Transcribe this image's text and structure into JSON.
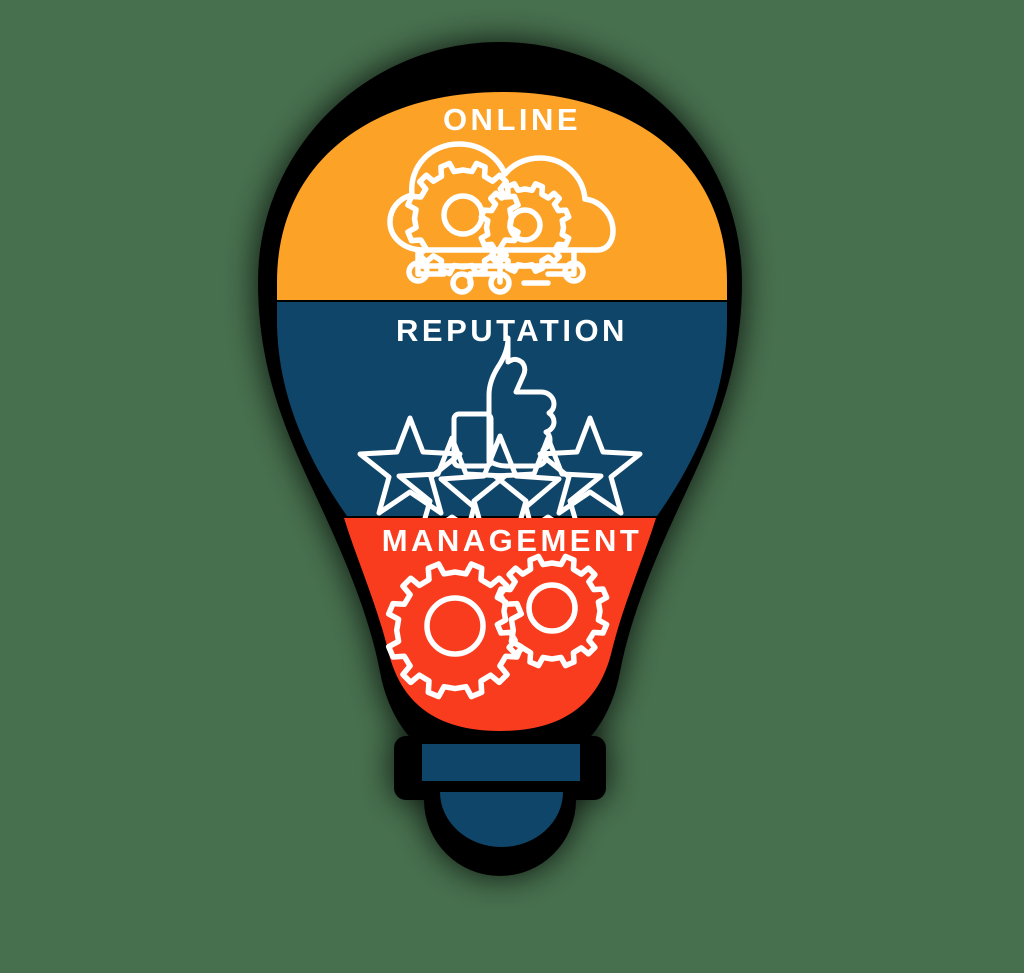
{
  "graphic": {
    "type": "lightbulb-infographic",
    "title": "Online Reputation Management",
    "background_color": "#47704e",
    "outline_color": "#000000",
    "bands": [
      {
        "id": "online",
        "label": "ONLINE",
        "color": "#fca227",
        "text_color": "#ffffff",
        "icon": "cloud-gears-icon",
        "icon_color": "#ffffff"
      },
      {
        "id": "reputation",
        "label": "REPUTATION",
        "color": "#0f4568",
        "text_color": "#ffffff",
        "icon": "thumbs-up-stars-icon",
        "icon_color": "#ffffff",
        "star_count": 5
      },
      {
        "id": "management",
        "label": "MANAGEMENT",
        "color": "#fa3c1e",
        "text_color": "#ffffff",
        "icon": "two-gears-icon",
        "icon_color": "#ffffff"
      }
    ],
    "base": {
      "id": "bulb-base",
      "color": "#0f4568",
      "parts": [
        "contact-bar",
        "contact-cap"
      ]
    }
  }
}
